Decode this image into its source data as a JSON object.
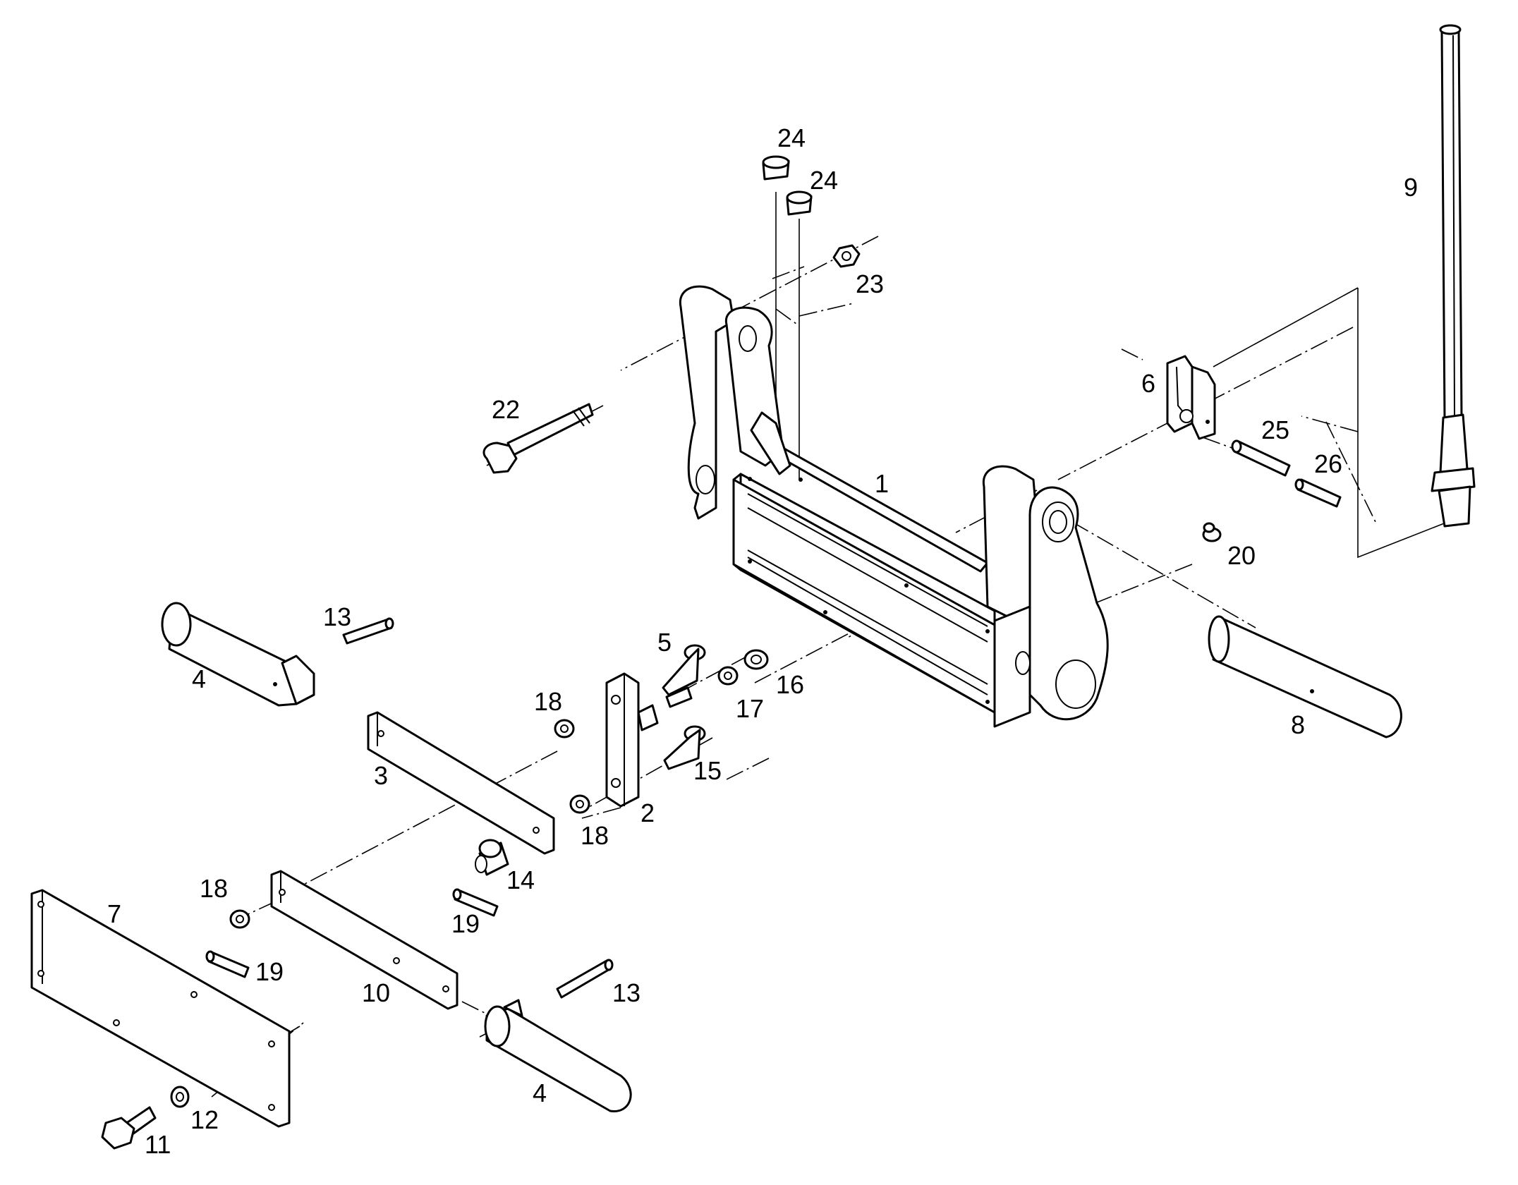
{
  "diagram": {
    "callouts": [
      {
        "id": "1",
        "text": "1"
      },
      {
        "id": "2",
        "text": "2"
      },
      {
        "id": "3",
        "text": "3"
      },
      {
        "id": "4a",
        "text": "4"
      },
      {
        "id": "4b",
        "text": "4"
      },
      {
        "id": "5",
        "text": "5"
      },
      {
        "id": "6",
        "text": "6"
      },
      {
        "id": "7",
        "text": "7"
      },
      {
        "id": "8",
        "text": "8"
      },
      {
        "id": "9",
        "text": "9"
      },
      {
        "id": "10",
        "text": "10"
      },
      {
        "id": "11",
        "text": "11"
      },
      {
        "id": "12",
        "text": "12"
      },
      {
        "id": "13a",
        "text": "13"
      },
      {
        "id": "13b",
        "text": "13"
      },
      {
        "id": "14",
        "text": "14"
      },
      {
        "id": "15",
        "text": "15"
      },
      {
        "id": "16",
        "text": "16"
      },
      {
        "id": "17",
        "text": "17"
      },
      {
        "id": "18a",
        "text": "18"
      },
      {
        "id": "18b",
        "text": "18"
      },
      {
        "id": "18c",
        "text": "18"
      },
      {
        "id": "19a",
        "text": "19"
      },
      {
        "id": "19b",
        "text": "19"
      },
      {
        "id": "20",
        "text": "20"
      },
      {
        "id": "22",
        "text": "22"
      },
      {
        "id": "23",
        "text": "23"
      },
      {
        "id": "24a",
        "text": "24"
      },
      {
        "id": "24b",
        "text": "24"
      },
      {
        "id": "25",
        "text": "25"
      },
      {
        "id": "26",
        "text": "26"
      }
    ]
  }
}
